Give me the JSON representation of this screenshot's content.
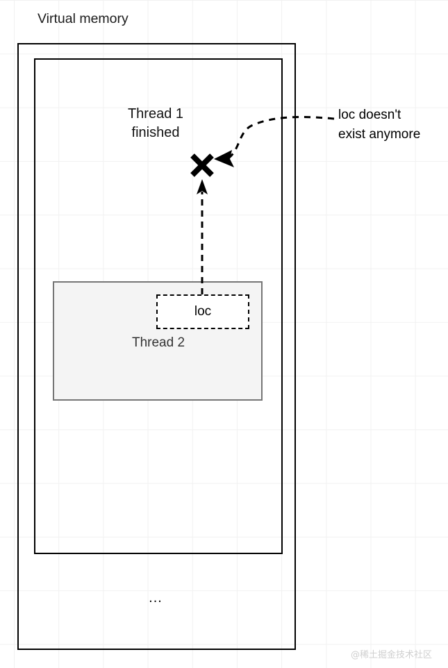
{
  "diagram": {
    "title": "Virtual memory",
    "outer_region_label": "Virtual memory",
    "thread1": {
      "label_line1": "Thread 1",
      "label_line2": "finished",
      "label": "Thread 1\nfinished"
    },
    "thread2": {
      "label": "Thread 2",
      "fill_color": "#f4f4f4",
      "border_color": "#757575"
    },
    "loc_box": {
      "label": "loc",
      "border_style": "dashed",
      "border_color": "#000000",
      "fill_color": "#ffffff"
    },
    "annotation": {
      "line1": "loc doesn't",
      "line2": "exist anymore",
      "text": "loc doesn't\nexist anymore"
    },
    "ellipsis": "...",
    "markers": {
      "dead_pointer": "x-cross-marker"
    },
    "arrows": [
      {
        "name": "loc-to-dead-target-arrow",
        "style": "dashed",
        "from": "loc box top",
        "to": "x cross marker"
      },
      {
        "name": "annotation-to-cross-arrow",
        "style": "dashed-curved",
        "from": "loc doesn't exist anymore label",
        "to": "x cross marker"
      }
    ],
    "colors": {
      "stroke": "#000000",
      "grid": "#f1f1f1",
      "thread2_fill": "#f4f4f4",
      "thread2_stroke": "#757575",
      "watermark": "#cfcfcf"
    }
  },
  "watermark": {
    "text": "@稀土掘金技术社区"
  }
}
